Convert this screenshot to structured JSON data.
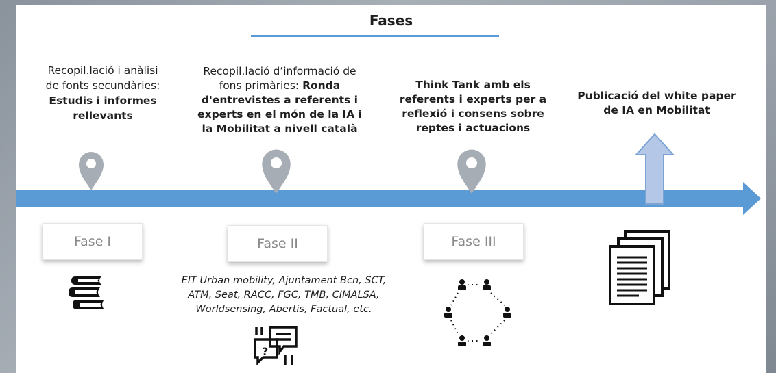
{
  "title": "Fases",
  "phases": [
    {
      "label": "Fase I",
      "desc_plain": "Recopil.lació i anàlisi de fonts secundàries: ",
      "desc_bold": "Estudis i informes rellevants"
    },
    {
      "label": "Fase II",
      "desc_plain": "Recopil.lació d’informació de fons primàries: ",
      "desc_bold": "Ronda d'entrevistes a referents i experts en el món de la IA i la Mobilitat a nivell català",
      "partners": "EIT Urban mobility, Ajuntament Bcn, SCT, ATM, Seat, RACC, FGC, TMB, CIMALSA, Worldsensing, Abertis, Factual, etc."
    },
    {
      "label": "Fase III",
      "desc_bold": "Think Tank amb els referents i experts per a reflexió i consens sobre reptes i actuacions"
    }
  ],
  "final": {
    "desc_bold": "Publicació del white paper de IA en Mobilitat"
  },
  "icons": [
    "map-pin-icon",
    "books-icon",
    "interview-chat-icon",
    "network-people-icon",
    "document-stack-icon",
    "up-arrow-icon"
  ],
  "colors": {
    "timeline": "#5b9bd5",
    "pin": "#a6adb4",
    "up_arrow_fill": "#b4c7e7",
    "up_arrow_stroke": "#7ba3d4"
  }
}
